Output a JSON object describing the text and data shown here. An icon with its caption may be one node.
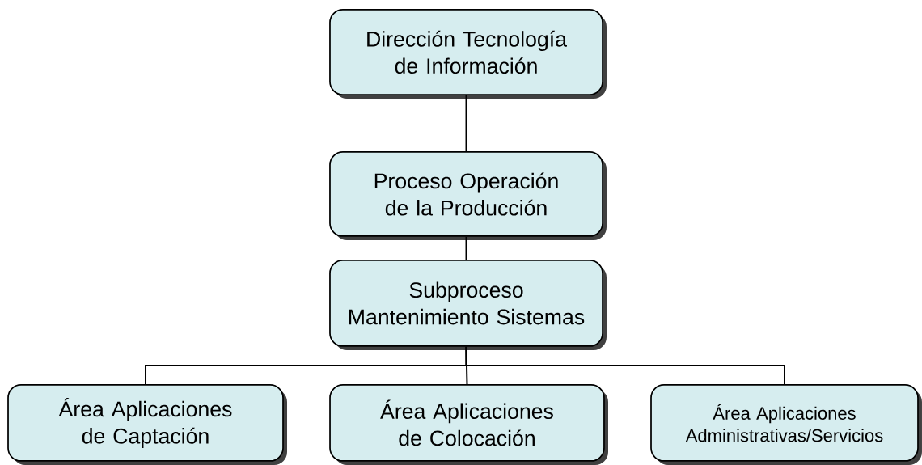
{
  "diagram": {
    "nodes": [
      {
        "text": [
          "Dirección Tecnología de Información"
        ]
      },
      {
        "text": [
          "Proceso Operación de la Producción"
        ]
      },
      {
        "text": [
          "Subproceso Mantenimiento Sistemas"
        ]
      },
      {
        "text": [
          "Área Aplicaciones de Captación"
        ]
      },
      {
        "text": [
          "Área Aplicaciones de Colocación"
        ]
      },
      {
        "text": [
          "Área Aplicaciones Administrativas/Servicios"
        ]
      }
    ],
    "edges": [
      {
        "from": 0,
        "to": 1,
        "arrow": "none"
      },
      {
        "from": 1,
        "to": 2,
        "arrow": "none"
      },
      {
        "from": 2,
        "to": 3,
        "arrow": "none"
      },
      {
        "from": 2,
        "to": 4,
        "arrow": "none"
      },
      {
        "from": 2,
        "to": 5,
        "arrow": "none"
      }
    ]
  }
}
